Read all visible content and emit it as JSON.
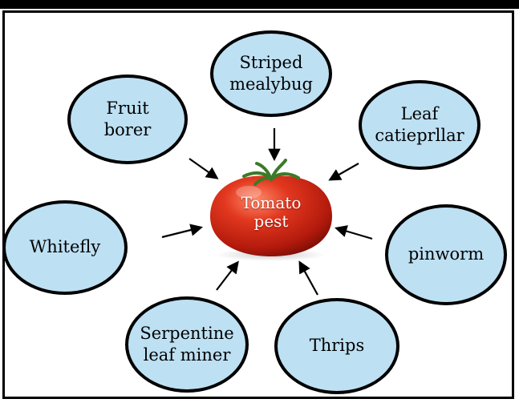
{
  "center": {
    "label": "Tomato\npest"
  },
  "pests": [
    {
      "id": "striped",
      "label": "Striped\nmealybug"
    },
    {
      "id": "leaf",
      "label": "Leaf\ncatieprllar"
    },
    {
      "id": "fruit",
      "label": "Fruit\nborer"
    },
    {
      "id": "whitefly",
      "label": "Whitefly"
    },
    {
      "id": "pinworm",
      "label": "pinworm"
    },
    {
      "id": "serpentine",
      "label": "Serpentine\nleaf miner"
    },
    {
      "id": "thrips",
      "label": "Thrips"
    }
  ],
  "colors": {
    "node_fill": "#bde0f3",
    "node_border": "#000000",
    "tomato": "#d8321c",
    "stem": "#3b7a28"
  }
}
